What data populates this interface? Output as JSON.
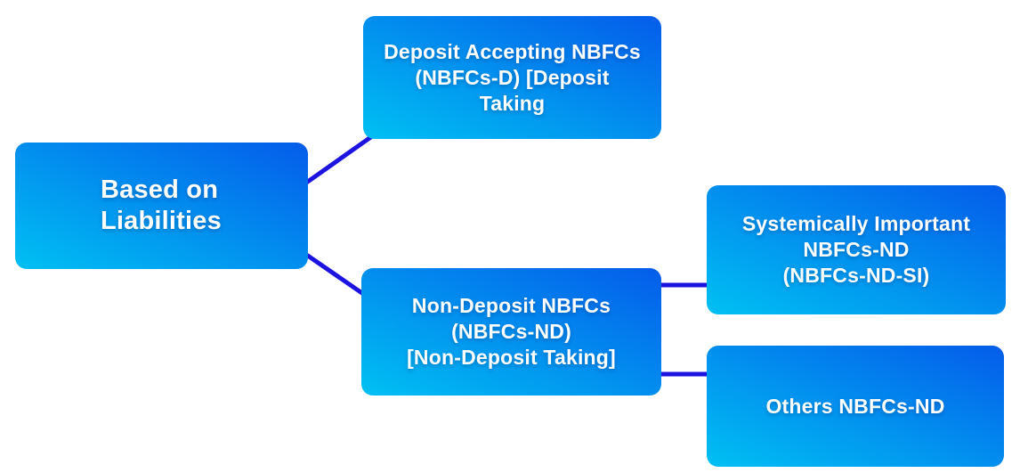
{
  "diagram": {
    "colors": {
      "background": "#ffffff",
      "node_gradient_start": "#00c0f3",
      "node_gradient_end": "#045cea",
      "node_text": "#ffffff",
      "connector": "#1c13e0"
    },
    "nodes": {
      "root": {
        "id": "based-on-liabilities",
        "lines": [
          "Based on",
          "Liabilities"
        ]
      },
      "deposit": {
        "id": "deposit-accepting-nbfcs",
        "lines": [
          "Deposit Accepting NBFCs",
          "(NBFCs-D) [Deposit",
          "Taking"
        ]
      },
      "non_deposit": {
        "id": "non-deposit-nbfcs",
        "lines": [
          "Non-Deposit NBFCs",
          "(NBFCs-ND)",
          "[Non-Deposit Taking]"
        ]
      },
      "si": {
        "id": "systemically-important-nbfcs-nd",
        "lines": [
          "Systemically Important",
          "NBFCs-ND",
          "(NBFCs-ND-SI)"
        ]
      },
      "others": {
        "id": "others-nbfcs-nd",
        "lines": [
          "Others NBFCs-ND"
        ]
      }
    },
    "connections": [
      {
        "from": "based-on-liabilities",
        "to": "deposit-accepting-nbfcs"
      },
      {
        "from": "based-on-liabilities",
        "to": "non-deposit-nbfcs"
      },
      {
        "from": "non-deposit-nbfcs",
        "to": "systemically-important-nbfcs-nd"
      },
      {
        "from": "non-deposit-nbfcs",
        "to": "others-nbfcs-nd"
      }
    ]
  }
}
